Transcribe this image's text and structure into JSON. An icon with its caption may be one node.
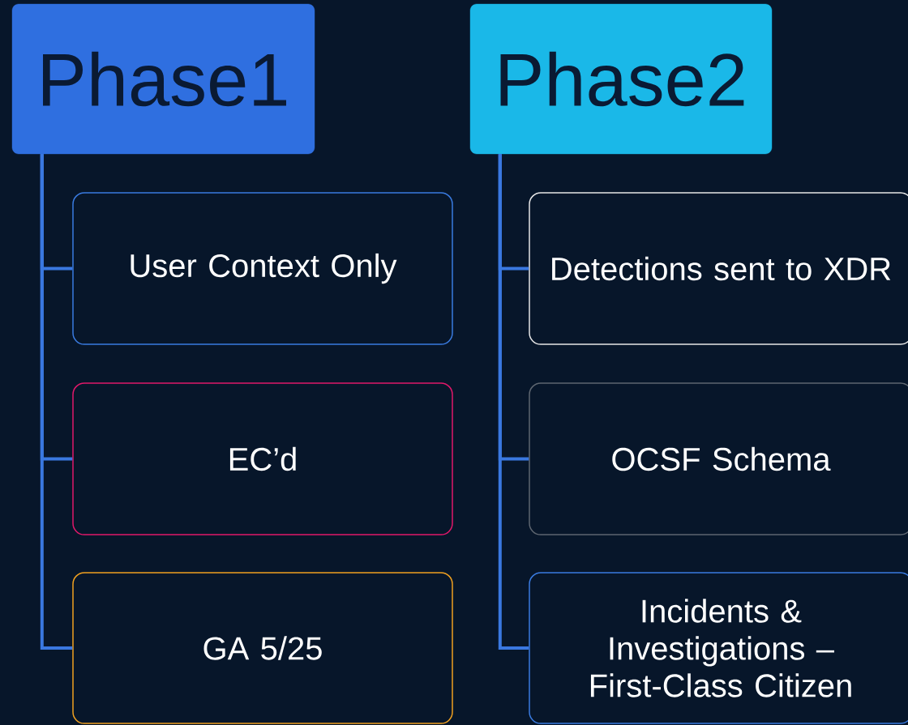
{
  "diagram": {
    "nodes": [
      {
        "text": [
          "Phase1"
        ]
      },
      {
        "text": [
          "User Context Only"
        ]
      },
      {
        "text": [
          "EC’d"
        ]
      },
      {
        "text": [
          "GA 5/25"
        ]
      },
      {
        "text": [
          "Phase2"
        ]
      },
      {
        "text": [
          "Detections sent to XDR"
        ]
      },
      {
        "text": [
          "OCSF Schema"
        ]
      },
      {
        "text": [
          "Incidents & Investigations – First-Class Citizen"
        ]
      }
    ],
    "edges": [
      {
        "from": 0,
        "to": 1,
        "arrow": "none"
      },
      {
        "from": 0,
        "to": 2,
        "arrow": "none"
      },
      {
        "from": 0,
        "to": 3,
        "arrow": "none"
      },
      {
        "from": 4,
        "to": 5,
        "arrow": "none"
      },
      {
        "from": 4,
        "to": 6,
        "arrow": "none"
      },
      {
        "from": 4,
        "to": 7,
        "arrow": "none"
      }
    ]
  }
}
